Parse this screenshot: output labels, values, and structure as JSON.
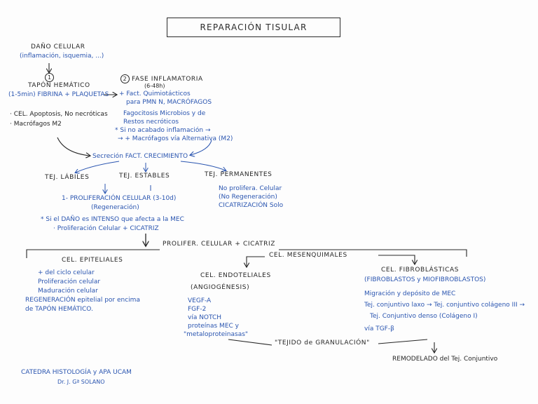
{
  "title": "REPARACIÓN TISULAR",
  "top": {
    "dano": "DAÑO CELULAR",
    "dano_sub": "(inflamación, isquemia, ...)"
  },
  "phase1": {
    "num": "1",
    "title": "TAPÓN HEMÁTICO",
    "sub": "(1-5min) FIBRINA + PLAQUETAS",
    "b1": "· CEL. Apoptosis, No necróticas",
    "b2": "· Macrófagos M2"
  },
  "phase2": {
    "num": "2",
    "title": "FASE INFLAMATORIA",
    "time": "(6-48h)",
    "l1": "+ Fact. Quimiotácticos",
    "l2": "para PMN N, MACRÓFAGOS",
    "l3": "Fagocitosis Microbios y de",
    "l4": "Restos necróticos",
    "l5": "* Si no acabado inflamación →",
    "l6": "→ + Macrófagos vía Alternativa (M2)"
  },
  "secrecion": "Secreción FACT. CRECIMIENTO",
  "tissues": {
    "labiles": "TEJ. LÁBILES",
    "estables": "TEJ. ESTABLES",
    "permanentes": "TEJ. PERMANENTES",
    "perm1": "No prolifera. Celular",
    "perm2": "(No Regeneración)",
    "perm3": "CICATRIZACIÓN Solo",
    "prolif1": "1- PROLIFERACIÓN CELULAR (3-10d)",
    "prolif2": "(Regeneración)",
    "si1": "* Si el DAÑO es INTENSO que afecta a la MEC",
    "si2": "· Proliferación Celular + CICATRIZ"
  },
  "prolifer_main": "PROLIFER. CELULAR + CICATRIZ",
  "epiteliales": {
    "title": "CEL. EPITELIALES",
    "l1": "+ del ciclo celular",
    "l2": "Proliferación celular",
    "l3": "Maduración celular",
    "l4": "REGENERACIÓN epitelial por encima",
    "l5": "de TAPÓN HEMÁTICO."
  },
  "mesenquimales": "CEL. MESENQUIMALES",
  "endoteliales": {
    "title": "CEL. ENDOTELIALES",
    "sub": "(ANGIOGÉNESIS)",
    "l1": "VEGF-A",
    "l2": "FGF-2",
    "l3": "vía NOTCH",
    "l4": "proteínas MEC y",
    "l5": "\"metaloproteinasas\""
  },
  "fibroblasticas": {
    "title": "CEL. FIBROBLÁSTICAS",
    "sub": "(FIBROBLASTOS y MIOFIBROBLASTOS)",
    "l1": "Migración y depósito de MEC",
    "l2": "Tej. conjuntivo laxo → Tej. conjuntivo colágeno III →",
    "l3": "Tej. Conjuntivo denso (Colágeno I)",
    "l4": "vía TGF-β"
  },
  "granulacion": "\"TEJIDO de GRANULACIÓN\"",
  "remodelado": "REMODELADO del Tej. Conjuntivo",
  "footer": {
    "l1": "CATEDRA HISTOLOGÍA y APA UCAM",
    "l2": "Dr. J. Gª SOLANO"
  }
}
